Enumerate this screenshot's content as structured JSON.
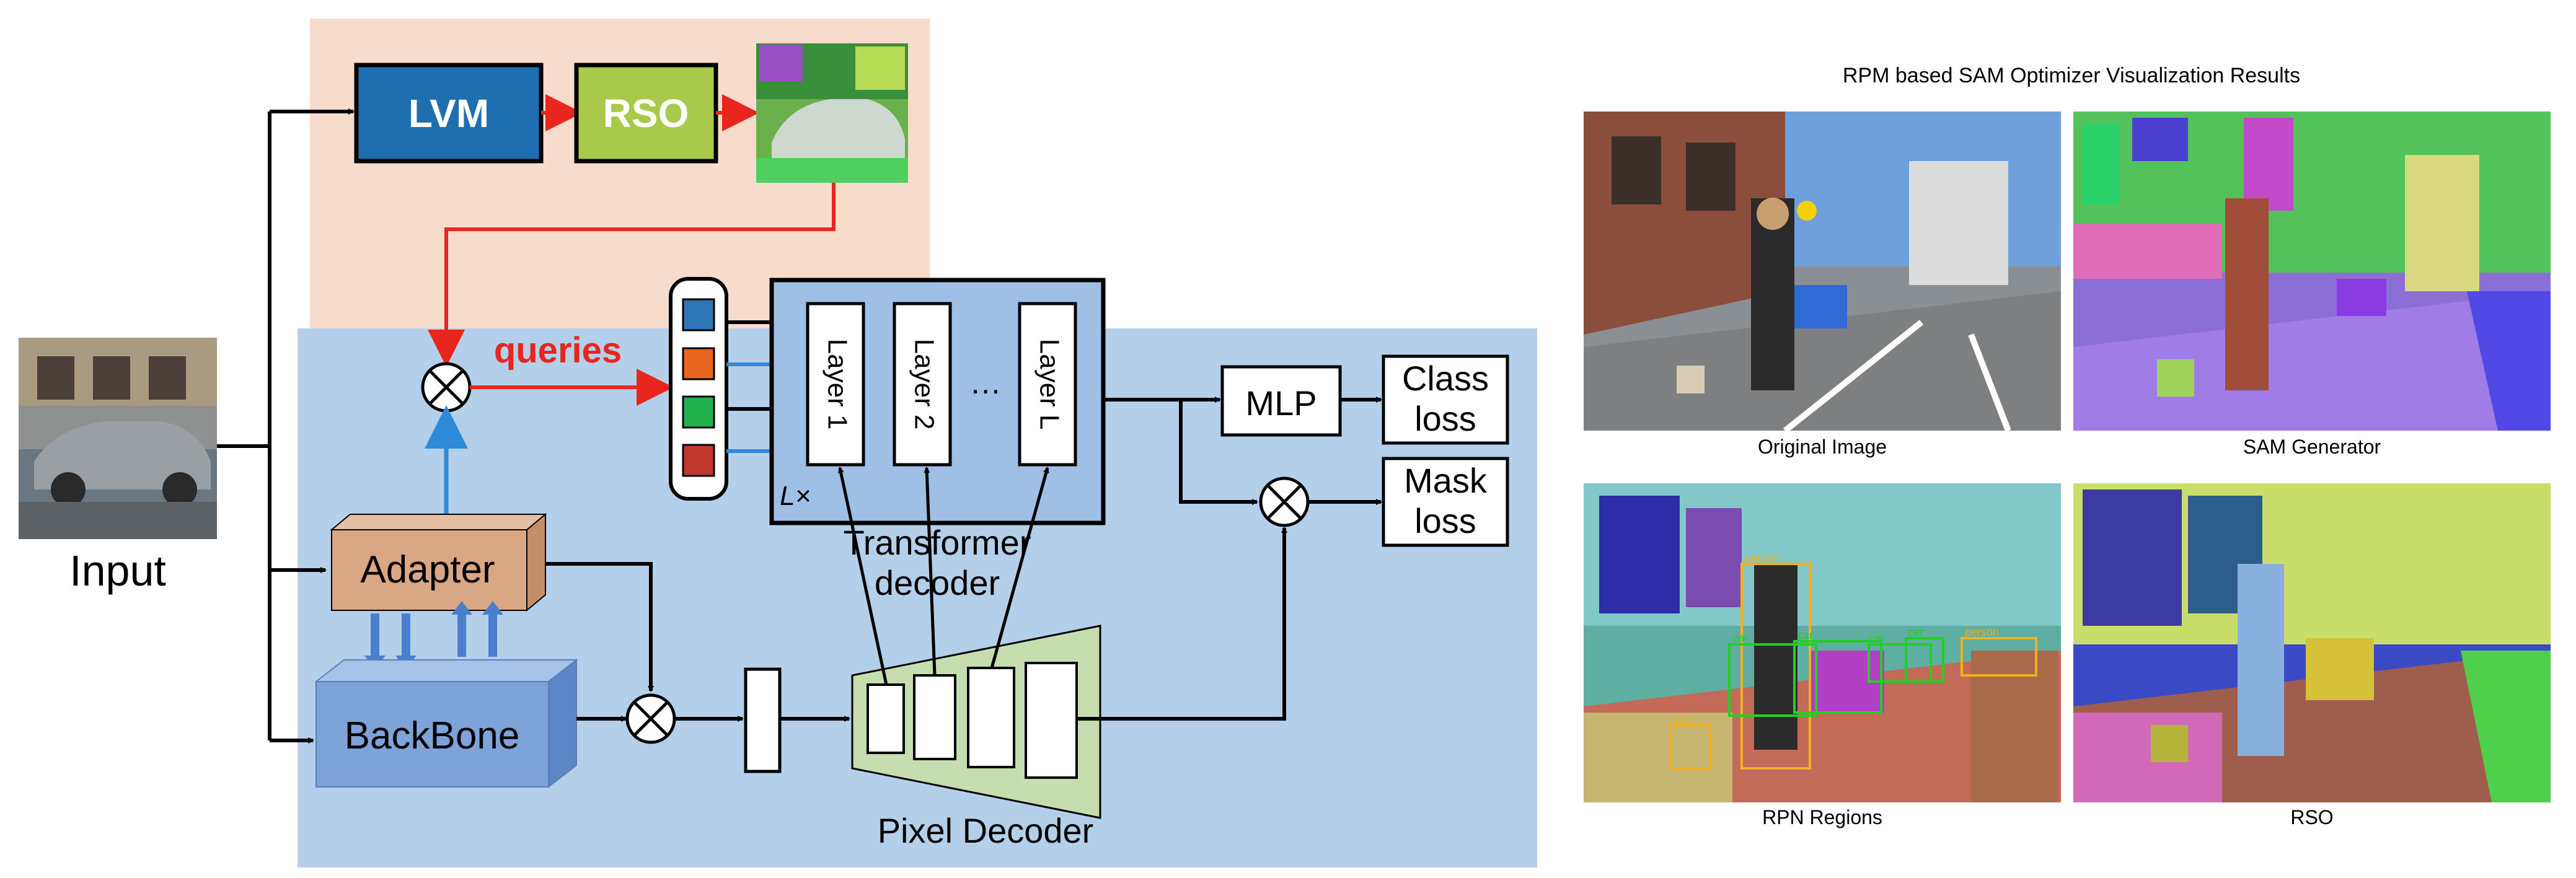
{
  "diagram": {
    "input_label": "Input",
    "lvm_label": "LVM",
    "rso_label": "RSO",
    "queries_label": "queries",
    "adapter_label": "Adapter",
    "backbone_label": "BackBone",
    "layers": [
      "Layer 1",
      "Layer 2",
      "Layer L"
    ],
    "ellipsis": "…",
    "repeat_label": "L×",
    "transformer_label_line1": "Transformer",
    "transformer_label_line2": "decoder",
    "pixel_decoder_label": "Pixel Decoder",
    "mlp_label": "MLP",
    "class_loss_line1": "Class",
    "class_loss_line2": "loss",
    "mask_loss_line1": "Mask",
    "mask_loss_line2": "loss",
    "query_colors": [
      "#2e75b6",
      "#e8651f",
      "#22b14c",
      "#c0392b"
    ],
    "colors": {
      "lvm_fill": "#1f6fb0",
      "rso_fill": "#a9c94a",
      "top_panel": "#f8dccb",
      "bottom_panel": "#b4cfe9",
      "adapter_fill": "#d9a783",
      "backbone_fill": "#7ea3d8",
      "transformer_fill": "#9fc0e4",
      "pixel_decoder_fill": "#c6ddb0",
      "red_arrow": "#e8261d",
      "blue_arrow": "#2e8ad8"
    }
  },
  "results": {
    "title": "RPM based SAM Optimizer Visualization Results",
    "captions": [
      "Original Image",
      "SAM Generator",
      "RPN Regions",
      "RSO"
    ],
    "detection_labels": [
      "person",
      "person",
      "car",
      "car",
      "car",
      "car",
      "dog"
    ]
  }
}
